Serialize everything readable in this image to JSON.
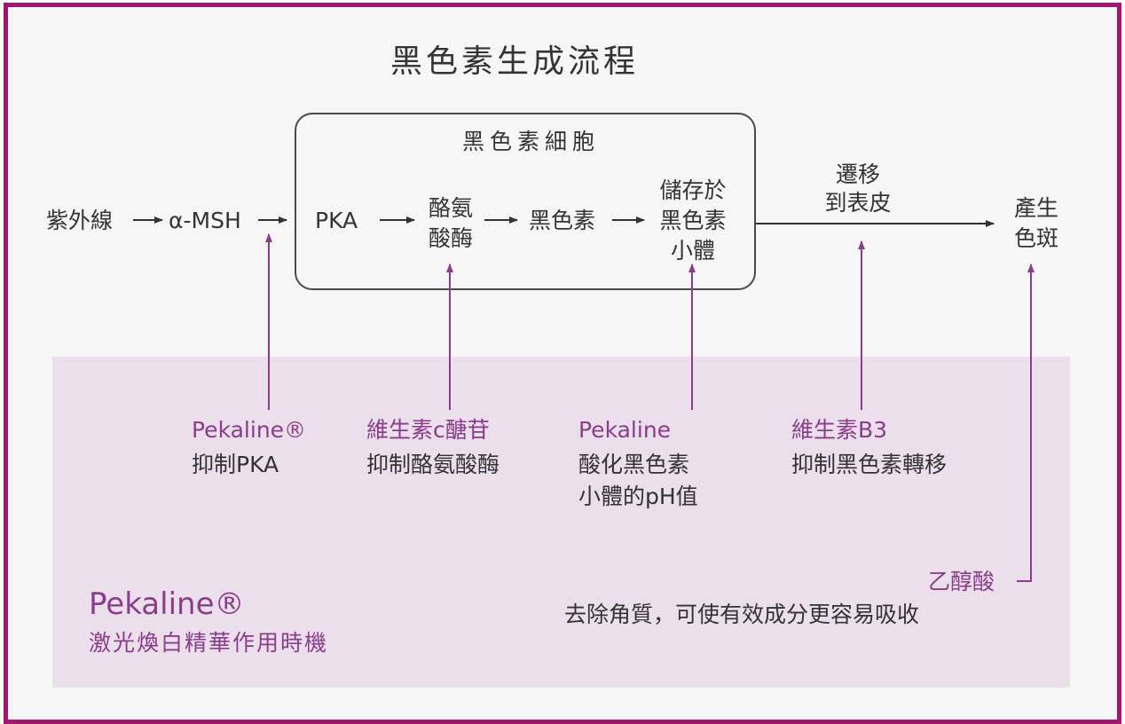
{
  "diagram": {
    "title": "黑色素生成流程",
    "cell_box_label": "黑色素細胞",
    "nodes": {
      "uv": "紫外線",
      "msh": "α-MSH",
      "pka": "PKA",
      "tyrosinase_1": "酪氨",
      "tyrosinase_2": "酸酶",
      "melanin": "黑色素",
      "store_1": "儲存於",
      "store_2": "黑色素",
      "store_3": "小體",
      "migrate_1": "遷移",
      "migrate_2": "到表皮",
      "spots_1": "產生",
      "spots_2": "色斑"
    },
    "interventions": [
      {
        "name": "Pekaline®",
        "desc_lines": [
          "抑制PKA"
        ]
      },
      {
        "name": "維生素c醣苷",
        "desc_lines": [
          "抑制酪氨酸酶"
        ]
      },
      {
        "name": "Pekaline",
        "desc_lines": [
          "酸化黑色素",
          "小體的pH值"
        ]
      },
      {
        "name": "維生素B3",
        "desc_lines": [
          "抑制黑色素轉移"
        ]
      },
      {
        "name": "乙醇酸",
        "desc_lines": [
          "去除角質，可使有效成分更容易吸收"
        ]
      }
    ],
    "brand": {
      "name": "Pekaline®",
      "tagline": "激光煥白精華作用時機"
    },
    "colors": {
      "frame": "#a3166f",
      "accent": "#8b3c8b",
      "panel": "#ebdfeb",
      "background": "#f6f6f6"
    }
  }
}
